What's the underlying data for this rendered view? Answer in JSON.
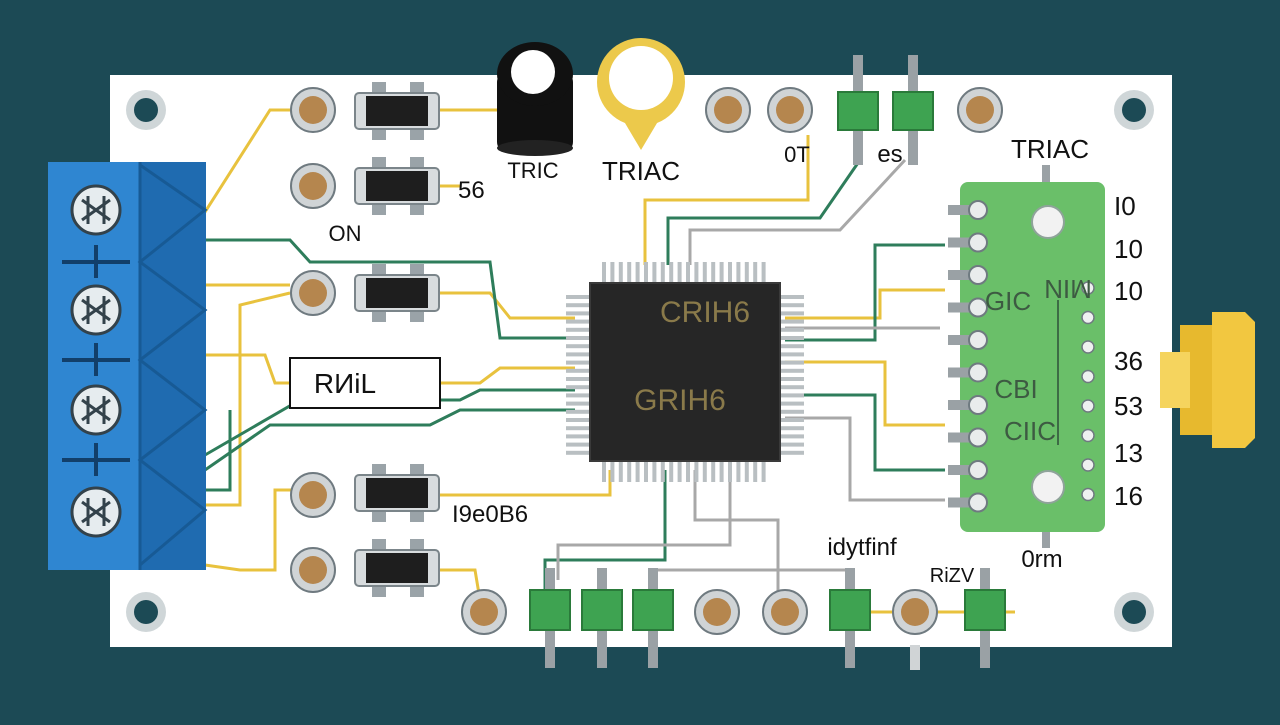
{
  "colors": {
    "background": "#1c4a55",
    "board": "#ffffff",
    "trace_yellow": "#e8c23e",
    "trace_green": "#2e7d5b",
    "trace_gray": "#a8a8a8",
    "terminal_blue": "#2f86d1",
    "header_green": "#6abf69",
    "chip": "#262626",
    "chip_text": "#8a7a4a",
    "pad_copper": "#b5864e",
    "connector_yellow": "#f2c740"
  },
  "labels": {
    "tric": "TRIC",
    "triac_top": "TRIAC",
    "ot": "0T",
    "es": "es",
    "triac_right": "TRIAC",
    "n56": "56",
    "on": "ON",
    "rail": "RИiL",
    "i9e0b6": "I9e0B6",
    "idytfinf": "idytfinf",
    "rizv": "RiZV",
    "orm": "0rm"
  },
  "chip": {
    "line1": "CRIH6",
    "line2": "GRIH6"
  },
  "header_side": {
    "line1": "MIN",
    "line2": "GIC",
    "line3": "CBI",
    "line4": "CIIC"
  },
  "header_numbers": [
    "I0",
    "10",
    "10",
    "36",
    "53",
    "13",
    "16"
  ]
}
